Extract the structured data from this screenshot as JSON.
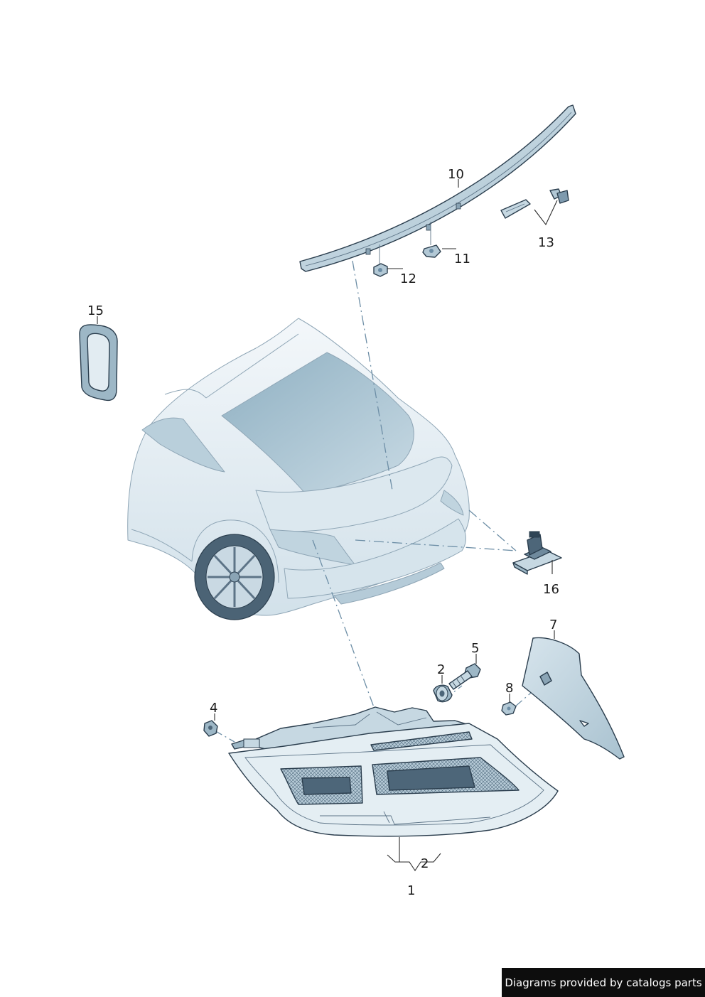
{
  "callouts": {
    "c1": "1",
    "c2a": "2",
    "c2b": "2",
    "c4": "4",
    "c5": "5",
    "c7": "7",
    "c8": "8",
    "c10": "10",
    "c11": "11",
    "c12": "12",
    "c13": "13",
    "c15": "15",
    "c16": "16"
  },
  "footer": {
    "watermark": "Diagrams provided by catalogs parts"
  },
  "colors": {
    "part_fill": "#c6d8e2",
    "part_dark": "#9db7c6",
    "outline": "#2b3e4e",
    "car_body": "#e6eff4",
    "car_glass": "#a9c2d0",
    "dash_line": "#6d8ea6"
  }
}
